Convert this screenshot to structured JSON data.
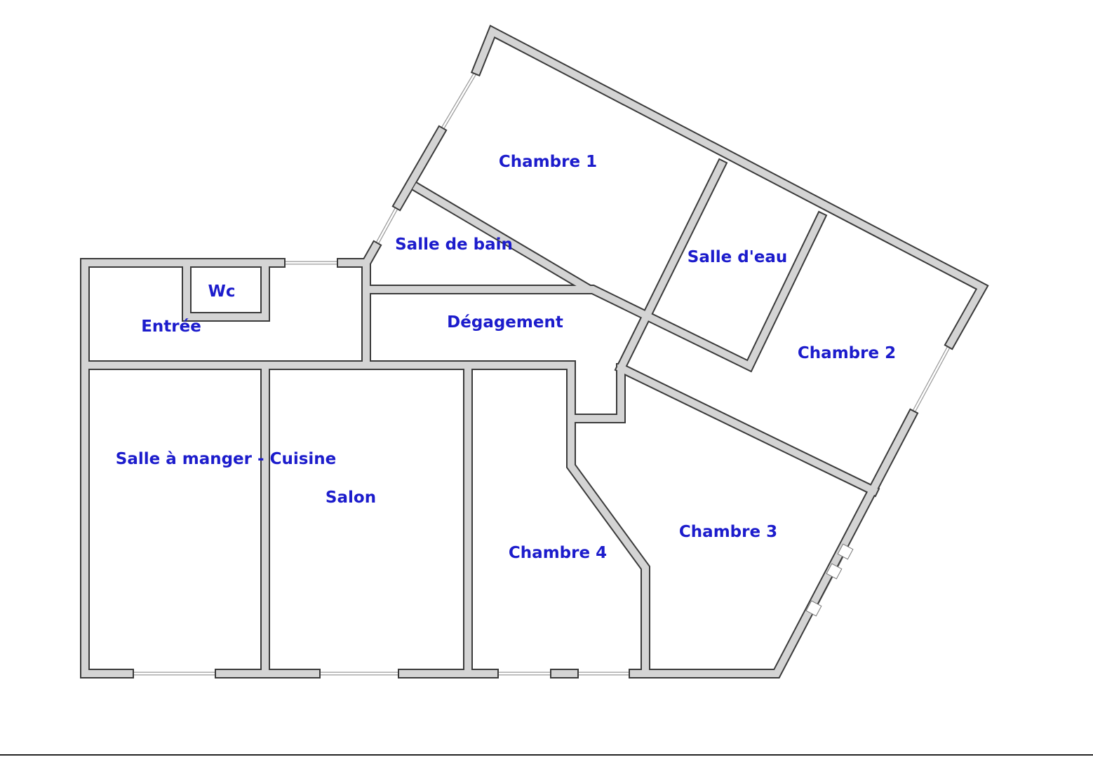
{
  "plan": {
    "wall_color": "#d4d4d4",
    "wall_outline_color": "#3a3a3a",
    "label_color": "#1c1ccc",
    "rooms": [
      {
        "id": "chambre-1",
        "label": "Chambre 1"
      },
      {
        "id": "salle-de-bain",
        "label": "Salle de bain"
      },
      {
        "id": "salle-d-eau",
        "label": "Salle d'eau"
      },
      {
        "id": "wc",
        "label": "Wc"
      },
      {
        "id": "entree",
        "label": "Entrée"
      },
      {
        "id": "degagement",
        "label": "Dégagement"
      },
      {
        "id": "chambre-2",
        "label": "Chambre 2"
      },
      {
        "id": "salle-a-manger-cuisine",
        "label": "Salle à manger - Cuisine"
      },
      {
        "id": "salon",
        "label": "Salon"
      },
      {
        "id": "chambre-4",
        "label": "Chambre 4"
      },
      {
        "id": "chambre-3",
        "label": "Chambre 3"
      }
    ]
  }
}
